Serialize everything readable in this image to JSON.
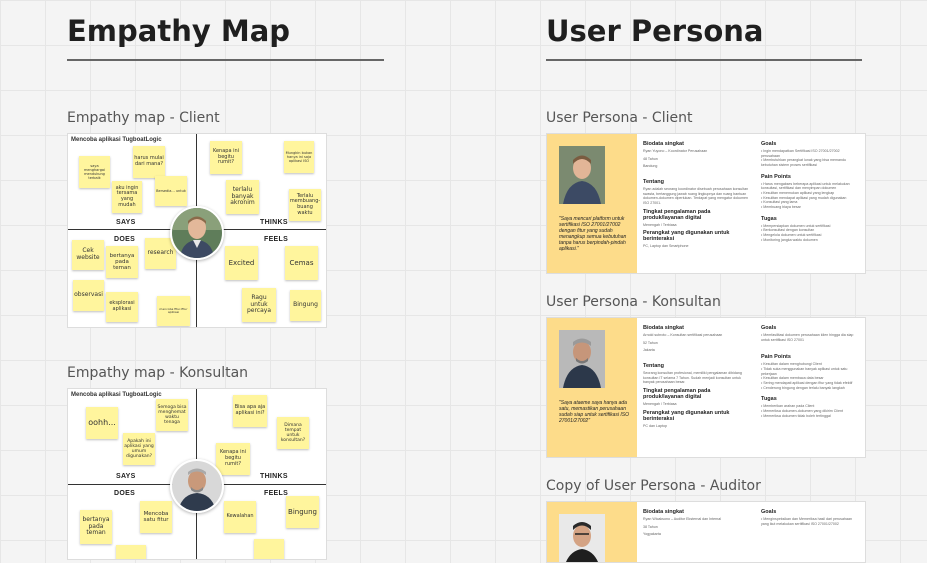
{
  "empathy": {
    "heading": "Empathy Map",
    "client": {
      "label": "Empathy map - Client",
      "board_title": "Mencoba aplikasi TugboatLogic",
      "says": "SAYS",
      "thinks": "THINKS",
      "does": "DOES",
      "feels": "FEELS",
      "notes": {
        "n1": "harus mulai dari mana?",
        "n2": "saya menghargai mendukung terbaik",
        "n3": "aku ingin tersama yang mudah",
        "n4": "Bersedia... untuk",
        "n5": "Kenapa ini begitu rumit?",
        "n6": "Mungkin bukan hanya ini saja aplikasi ISO",
        "n7": "terlalu banyak akronim",
        "n8": "Terlalu membuang-buang waktu",
        "n9": "Cek website",
        "n10": "bertanya pada teman",
        "n11": "research",
        "n12": "observasi",
        "n13": "eksplorasi aplikasi",
        "n14": "mencoba fitur-fitur aplikasi",
        "n15": "Excited",
        "n16": "Cemas",
        "n17": "Ragu untuk percaya",
        "n18": "Bingung"
      }
    },
    "konsultan": {
      "label": "Empathy map - Konsultan",
      "board_title": "Mencoba aplikasi TugboatLogic",
      "says": "SAYS",
      "thinks": "THINKS",
      "does": "DOES",
      "feels": "FEELS",
      "notes": {
        "n1": "oohh...",
        "n2": "Semoga bisa menghemat waktu tenaga",
        "n3": "Bisa apa aja aplikasi ini?",
        "n4": "Dimana tempat untuk konsultan?",
        "n5": "Apakah ini aplikasi yang umum digunakan?",
        "n6": "Kenapa ini begitu rumit?",
        "n7": "bertanya pada teman",
        "n8": "Mencoba satu fitur",
        "n9": "Kewalahan",
        "n10": "Bingung"
      }
    }
  },
  "persona": {
    "heading": "User Persona",
    "cards": [
      {
        "label": "User Persona - Client",
        "quote": "\"Saya mencari platform untuk sertifikasi ISO 27001/27002 dengan fitur yang sudah menangkup semua kebutuhan tanpa harus berpindah-pindah aplikasi.\"",
        "bio_h": "Biodata singkat",
        "bio": [
          "Ryan Yuyono – Koordinator Perusahaan",
          "48 Tahun",
          "Bandung"
        ],
        "about_h": "Tentang",
        "about": "Ryan adalah seorang koordinator disebuah perusahaan konsultan swasta, bertanggung jawab ruang lingkupnya dan ruang bantuan dokumen-dokumen diperlukan. Terdapat yang mengatur dokumen ISO 27001.",
        "exp_h": "Tingkat pengalaman pada produk/layanan digital",
        "exp": "Menengah / Terbiasa",
        "dev_h": "Perangkat yang digunakan untuk berinteraksi",
        "dev": "PC, Laptop dan Smartphone",
        "goals_h": "Goals",
        "goals": [
          "Ingin mendapatkan Sertifikasi ISO 27001/27002 perusahaan",
          "Membutuhkan perangkat lunak yang bisa memandu kebutuhan sistem proses sertifikasi"
        ],
        "pain_h": "Pain Points",
        "pain": [
          "Harus mengakses beberapa aplikasi untuk melakukan konsultasi, sertifikasi dan menyimpan dokumen",
          "Kesulitan menemukan aplikasi yang lengkap",
          "Kesulitan mendapat aplikasi yang mudah digunakan",
          "Konsultasi yang lama",
          "Membuang biaya besar"
        ],
        "tasks_h": "Tugas",
        "tasks": [
          "Mempersiapkan dokumen untuk sertifikasi",
          "Berkonsultasi dengan konsultan",
          "Mengelola dokumen untuk sertifikasi",
          "Monitoring jangka waktu dokumen"
        ]
      },
      {
        "label": "User Persona - Konsultan",
        "quote": "\"Saya ataeme saya hanya ada satu, memastikan perusahaan sudah siap untuk sertifikasi ISO 27001/27002\"",
        "bio_h": "Biodata singkat",
        "bio": [
          "Arnold subroto – Konsultan sertifikasi perusahaan",
          "52 Tahun",
          "Jakarta"
        ],
        "about_h": "Tentang",
        "about": "Seorang konsultan profesional, memiliki pengalaman dibidang konsultan IT selama 7 Tahun. Sudah menjadi konsultan untuk banyak perusahaan besar.",
        "exp_h": "Tingkat pengalaman pada produk/layanan digital",
        "exp": "Menengah / Terbiasa",
        "dev_h": "Perangkat yang digunakan untuk berinteraksi",
        "dev": "PC dan Laptop",
        "goals_h": "Goals",
        "goals": [
          "Memfasilitasi dokumen perusahaan klien hingga dia siap untuk sertifikasi ISO 27001"
        ],
        "pain_h": "Pain Points",
        "pain": [
          "Kesulitan dalam menghubungi Client",
          "Tidak suka menggunakan banyak aplikasi untuk satu pekerjaan",
          "Kesulitan dalam membaca data besar",
          "Sering mendapati aplikasi dengan fitur yang tidak efektif",
          "Cenderung bingung dengan terlalu banyak langkah"
        ],
        "tasks_h": "Tugas",
        "tasks": [
          "Memberikan arahan pada Client",
          "Memeriksa dokumen-dokumen yang dikirim Client",
          "Memeriksa dokumen tidak boleh tertinggal"
        ]
      },
      {
        "label": "Copy of User Persona - Auditor",
        "quote": "",
        "bio_h": "Biodata singkat",
        "bio": [
          "Ryan Wicaksono – Auditor Eksternal dan Internal",
          "38 Tahun",
          "Yogyakarta"
        ],
        "about_h": "",
        "about": "",
        "exp_h": "",
        "exp": "",
        "dev_h": "",
        "dev": "",
        "goals_h": "Goals",
        "goals": [
          "Menginspeksikan dan Memeriksa hasil dari perusahaan yang ikut melakukan sertifikasi ISO 27001/27002"
        ],
        "pain_h": "",
        "pain": [],
        "tasks_h": "",
        "tasks": []
      }
    ]
  }
}
